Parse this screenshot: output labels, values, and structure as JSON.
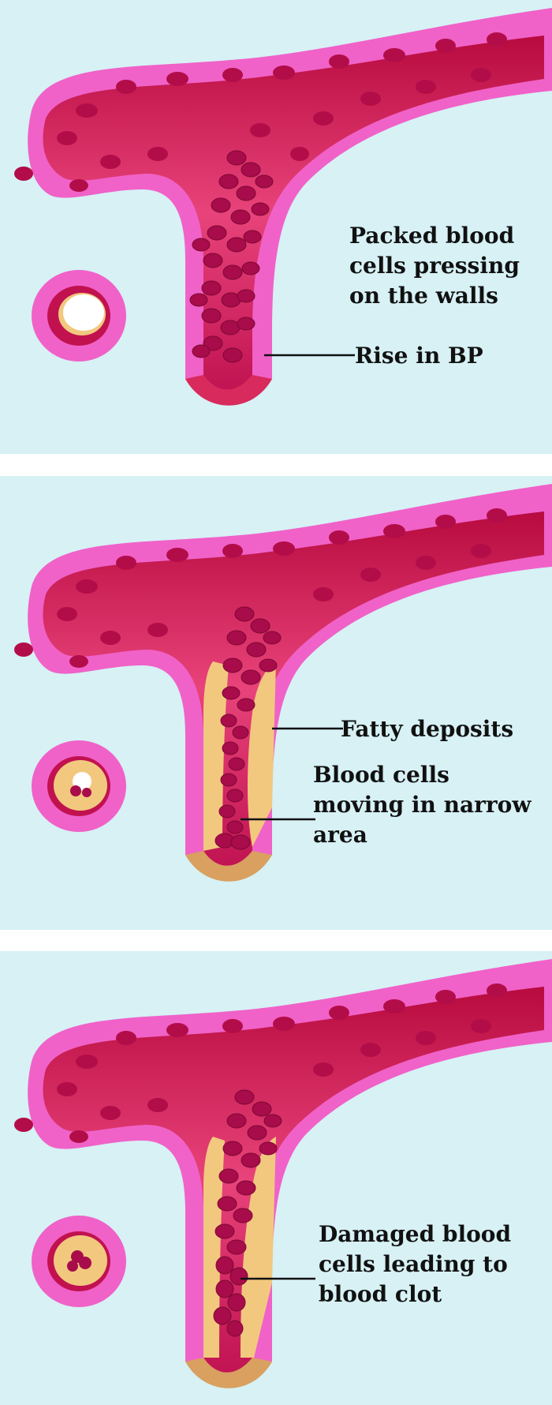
{
  "panels": [
    {
      "labels": [
        "Packed blood\ncells pressing\non the walls",
        "Rise in BP"
      ]
    },
    {
      "labels": [
        "Fatty deposits",
        "Blood cells\nmoving in narrow\narea"
      ]
    },
    {
      "labels": [
        "Damaged blood\ncells leading to\nblood clot"
      ]
    }
  ],
  "colors": {
    "background": "#d7f1f5",
    "vessel_wall": "#f062c8",
    "vessel_inner": "#c1124f",
    "blood_cell": "#a80c4a",
    "fatty_deposit": "#f2c87f",
    "cross_section_outer": "#f062c8"
  }
}
